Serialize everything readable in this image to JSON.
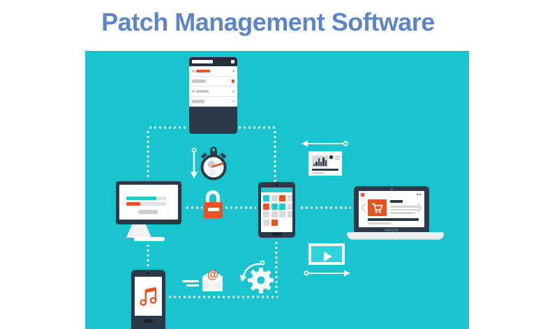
{
  "title": {
    "text": "Patch Management Software",
    "color": "#5E86C5"
  },
  "canvas": {
    "background": "#19C4CE"
  },
  "palette": {
    "dark": "#2B3948",
    "orange": "#E8531F",
    "teal": "#19C4CE",
    "teal_bright": "#31D2DC",
    "light_gray": "#D9D9D9",
    "white": "#FFFFFF"
  },
  "glyphs": {
    "email_at": "@"
  },
  "icons": {
    "server": "server-list-icon",
    "timer_arrow": "down-arrow-icon",
    "stopwatch": "stopwatch-icon",
    "report": "bar-chart-document-icon",
    "back_arrow": "left-arrow-icon",
    "monitor": "desktop-monitor-icon",
    "padlock": "padlock-icon",
    "tablet": "tablet-apps-icon",
    "laptop": "laptop-shop-icon",
    "cart": "shopping-cart-icon",
    "video": "video-player-icon",
    "forward_arrow": "right-arrow-icon",
    "phone": "smartphone-music-icon",
    "music": "music-note-icon",
    "email": "email-message-icon",
    "gear": "gear-sync-icon"
  },
  "report_chart": {
    "bars": [
      3,
      6,
      11,
      6,
      12,
      8
    ]
  },
  "tablet_grid": {
    "rows": [
      [
        "teal",
        "gray",
        "orange",
        "gray"
      ],
      [
        "orange",
        "teal",
        "teal",
        "gray"
      ],
      [
        "gray",
        "gray",
        "gray",
        "gray"
      ],
      [
        "gray",
        "orange",
        "none",
        "none"
      ]
    ]
  }
}
